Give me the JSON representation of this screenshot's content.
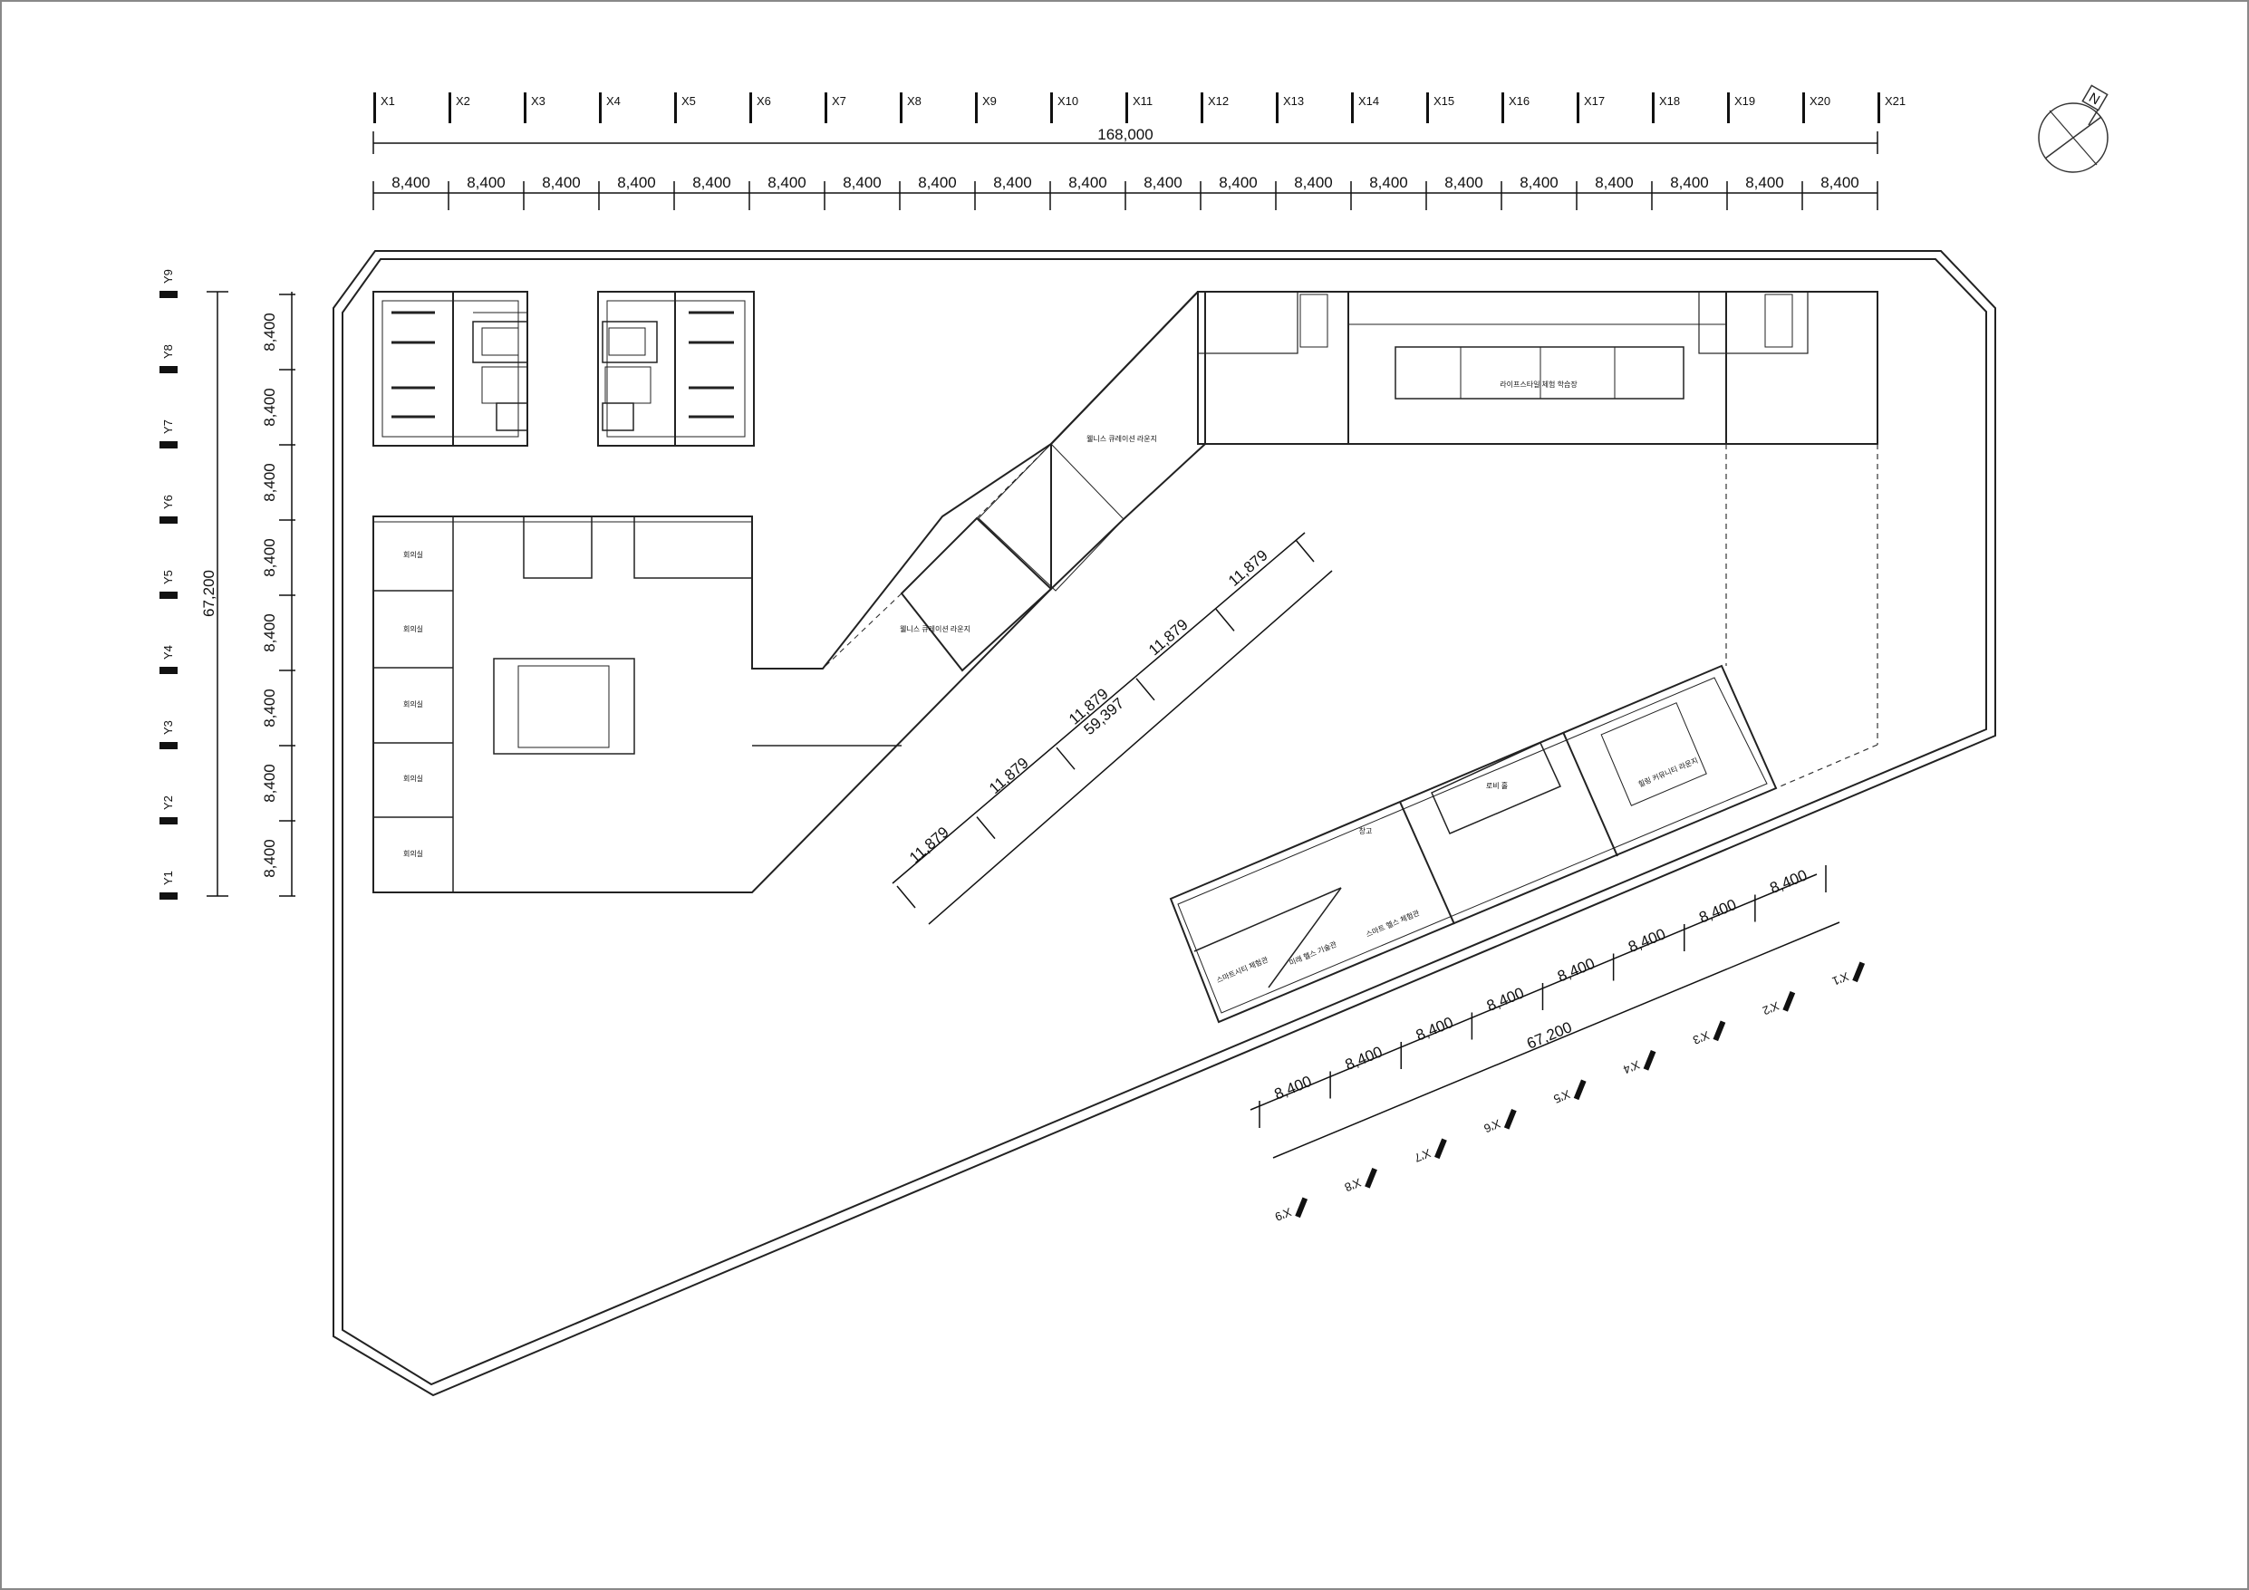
{
  "x_axes": [
    "X1",
    "X2",
    "X3",
    "X4",
    "X5",
    "X6",
    "X7",
    "X8",
    "X9",
    "X10",
    "X11",
    "X12",
    "X13",
    "X14",
    "X15",
    "X16",
    "X17",
    "X18",
    "X19",
    "X20",
    "X21"
  ],
  "y_axes": [
    "Y1",
    "Y2",
    "Y3",
    "Y4",
    "Y5",
    "Y6",
    "Y7",
    "Y8",
    "Y9"
  ],
  "x_prime_axes": [
    "X'1",
    "X'2",
    "X'3",
    "X'4",
    "X'5",
    "X'6",
    "X'7",
    "X'8",
    "X'9"
  ],
  "dimensions": {
    "x_total": "168,000",
    "x_bay": "8,400",
    "y_total": "67,200",
    "y_bay": "8,400",
    "diag_total": "59,397",
    "diag_bay": "11,879",
    "xp_total": "67,200",
    "xp_bay": "8,400"
  },
  "north_label": "N",
  "rooms": {
    "left_cells": [
      "회의실",
      "회의실",
      "회의실",
      "회의실",
      "회의실"
    ],
    "corridor_upper": "웰니스 큐레이션 라운지",
    "corridor_lower": "웰니스 큐레이션 라운지",
    "top_hall": "라이프스타일 체험 학습장",
    "lounge": "힐링 커뮤니티 라운지",
    "atrium": "로비 홀",
    "small_room": "창고",
    "room_a": "스마트 헬스 체험관",
    "room_b": "미래 헬스 기술관",
    "room_c": "스마트시티 체험관"
  },
  "colors": {
    "line": "#1a1a1a",
    "grid": "#555555",
    "background": "#ffffff"
  }
}
